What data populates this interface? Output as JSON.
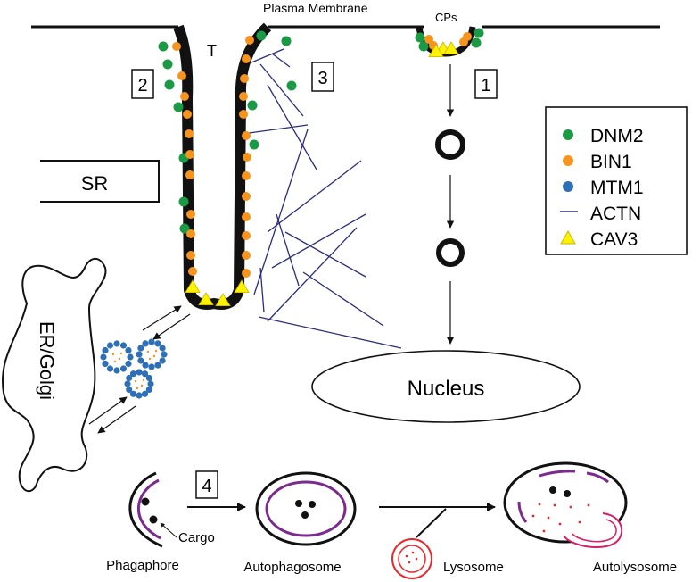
{
  "labels": {
    "plasma_membrane": "Plasma Membrane",
    "cps": "CPs",
    "t_tubule": "T",
    "sr": "SR",
    "er_golgi": "ER/Golgi",
    "nucleus": "Nucleus",
    "cargo": "Cargo",
    "phagaphore": "Phagaphore",
    "autophagosome": "Autophagosome",
    "lysosome": "Lysosome",
    "autolysosome": "Autolysosome"
  },
  "steps": [
    "1",
    "2",
    "3",
    "4"
  ],
  "legend": [
    {
      "label": "DNM2",
      "marker": "circle",
      "color": "#1a9a45"
    },
    {
      "label": "BIN1",
      "marker": "circle",
      "color": "#f7941d"
    },
    {
      "label": "MTM1",
      "marker": "circle",
      "color": "#2f6fb6"
    },
    {
      "label": "ACTN",
      "marker": "line",
      "color": "#2b2d7a"
    },
    {
      "label": "CAV3",
      "marker": "triangle",
      "color": "#fff200"
    }
  ],
  "colors": {
    "membrane": "#111111",
    "phagosome_membrane": "#7b2a8e",
    "lysosome": "#e8262b",
    "autolysosome_outer": "#d61f6a"
  }
}
